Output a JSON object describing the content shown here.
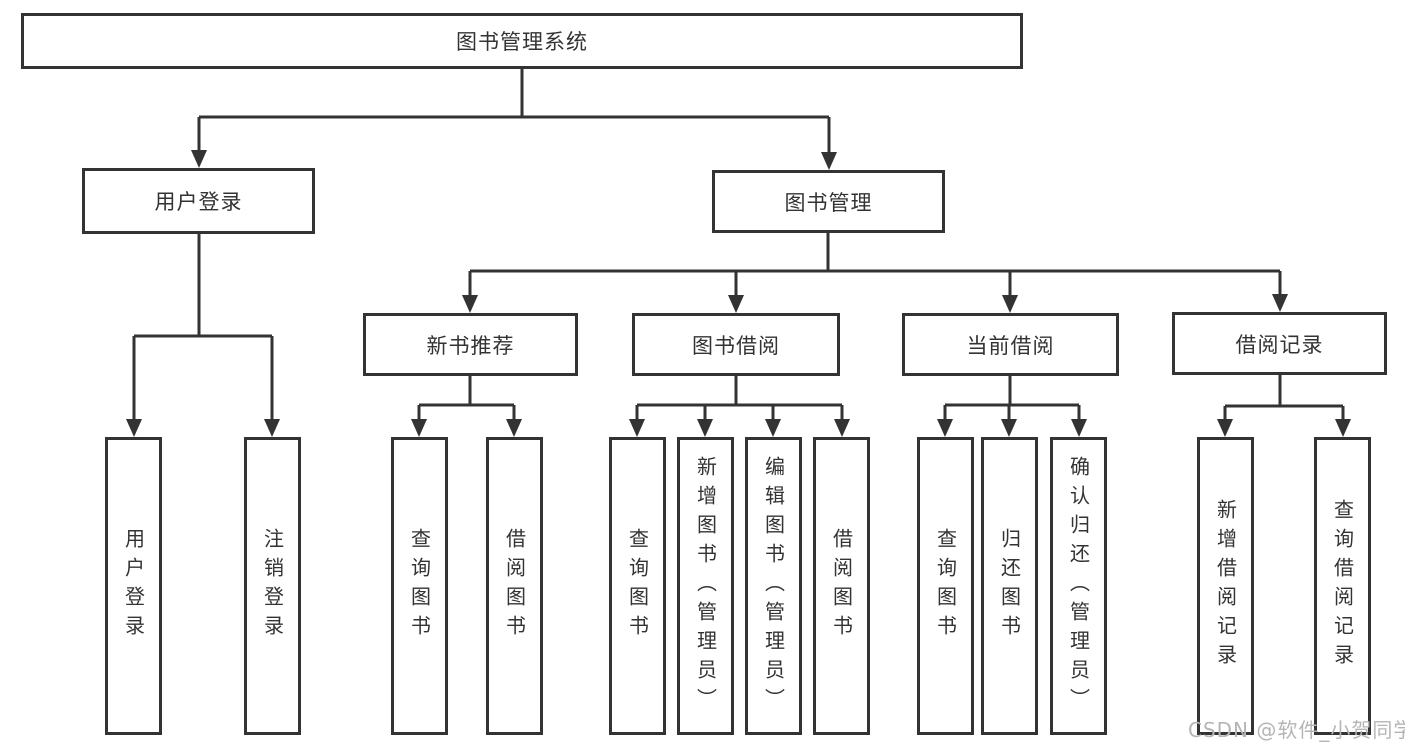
{
  "colors": {
    "line": "#333333",
    "border": "#333333",
    "text": "#333333",
    "background": "#ffffff",
    "watermark": "#b5b5b5"
  },
  "nodes": {
    "root": {
      "label": "图书管理系统"
    },
    "user_login": {
      "label": "用户登录"
    },
    "book_management": {
      "label": "图书管理"
    },
    "new_book_recommend": {
      "label": "新书推荐"
    },
    "book_borrow": {
      "label": "图书借阅"
    },
    "current_borrow": {
      "label": "当前借阅"
    },
    "borrow_records": {
      "label": "借阅记录"
    },
    "leaf_user_login": {
      "label": "用户登录"
    },
    "leaf_logout_login": {
      "label": "注销登录"
    },
    "leaf_recommend_query_books": {
      "label": "查询图书"
    },
    "leaf_recommend_borrow_books": {
      "label": "借阅图书"
    },
    "leaf_borrow_query_books": {
      "label": "查询图书"
    },
    "leaf_borrow_add_books": {
      "label": "新增图书（管理员）"
    },
    "leaf_borrow_edit_books": {
      "label": "编辑图书（管理员）"
    },
    "leaf_borrow_borrow_books": {
      "label": "借阅图书"
    },
    "leaf_current_query_books": {
      "label": "查询图书"
    },
    "leaf_current_return_books": {
      "label": "归还图书"
    },
    "leaf_current_confirm_return": {
      "label": "确认归还（管理员）"
    },
    "leaf_records_add_record": {
      "label": "新增借阅记录"
    },
    "leaf_records_query_record": {
      "label": "查询借阅记录"
    }
  },
  "watermark": {
    "text": "CSDN @软件_小贺同学"
  }
}
